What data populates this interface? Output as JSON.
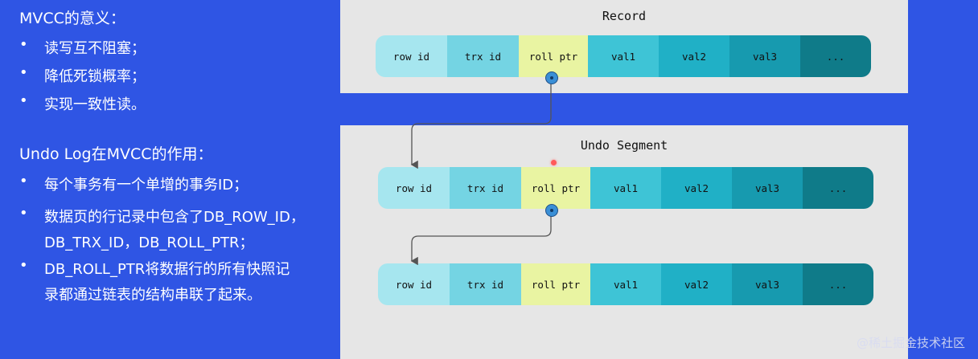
{
  "left": {
    "mvcc_heading": "MVCC的意义：",
    "mvcc_points": [
      "读写互不阻塞；",
      "降低死锁概率；",
      "实现一致性读。"
    ],
    "undo_heading": "Undo Log在MVCC的作用：",
    "undo_points": [
      [
        "每个事务有一个单增的事务ID；"
      ],
      [
        "数据页的行记录中包含了DB_ROW_ID，",
        "DB_TRX_ID，DB_ROLL_PTR；"
      ],
      [
        "DB_ROLL_PTR将数据行的所有快照记",
        "录都通过链表的结构串联了起来。"
      ]
    ],
    "bullet_glyph": "•"
  },
  "diagram": {
    "record_title": "Record",
    "undo_title": "Undo Segment",
    "cells": [
      {
        "label": "row id",
        "color": "#a6e6ef"
      },
      {
        "label": "trx id",
        "color": "#74d4e3"
      },
      {
        "label": "roll ptr",
        "color": "#e9f4a2"
      },
      {
        "label": "val1",
        "color": "#3ec4d6"
      },
      {
        "label": "val2",
        "color": "#20b0c6"
      },
      {
        "label": "val3",
        "color": "#179aaf"
      },
      {
        "label": "...",
        "color": "#0f7b89"
      }
    ],
    "pointer_color": "#3a8fd6",
    "arrow_color": "#555555"
  },
  "watermark": "@稀土掘金技术社区"
}
